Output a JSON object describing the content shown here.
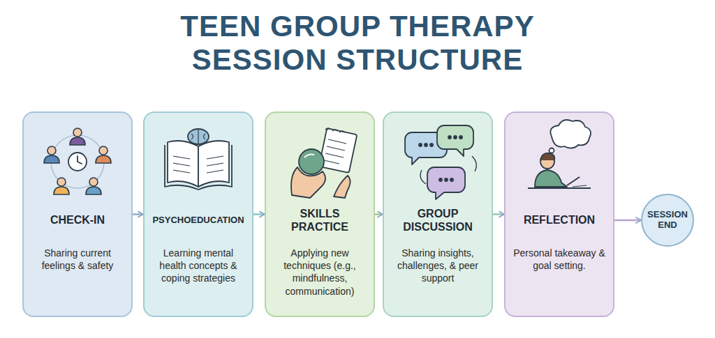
{
  "diagram": {
    "title": "TEEN GROUP THERAPY SESSION STRUCTURE",
    "nodes": [
      {
        "text": [
          "CHECK-IN",
          "Sharing current feelings & safety"
        ]
      },
      {
        "text": [
          "PSYCHOEDUCATION",
          "Learning mental health concepts & coping strategies"
        ]
      },
      {
        "text": [
          "SKILLS PRACTICE",
          "Applying new techniques (e.g., mindfulness, communication)"
        ]
      },
      {
        "text": [
          "GROUP DISCUSSION",
          "Sharing insights, challenges, & peer support"
        ]
      },
      {
        "text": [
          "REFLECTION",
          "Personal takeaway & goal setting."
        ]
      },
      {
        "text": [
          "SESSION END"
        ]
      }
    ],
    "edges": [
      {
        "from": 0,
        "to": 1,
        "arrow": "to"
      },
      {
        "from": 1,
        "to": 2,
        "arrow": "to"
      },
      {
        "from": 2,
        "to": 3,
        "arrow": "to"
      },
      {
        "from": 3,
        "to": 4,
        "arrow": "to"
      },
      {
        "from": 4,
        "to": 5,
        "arrow": "to"
      }
    ]
  }
}
